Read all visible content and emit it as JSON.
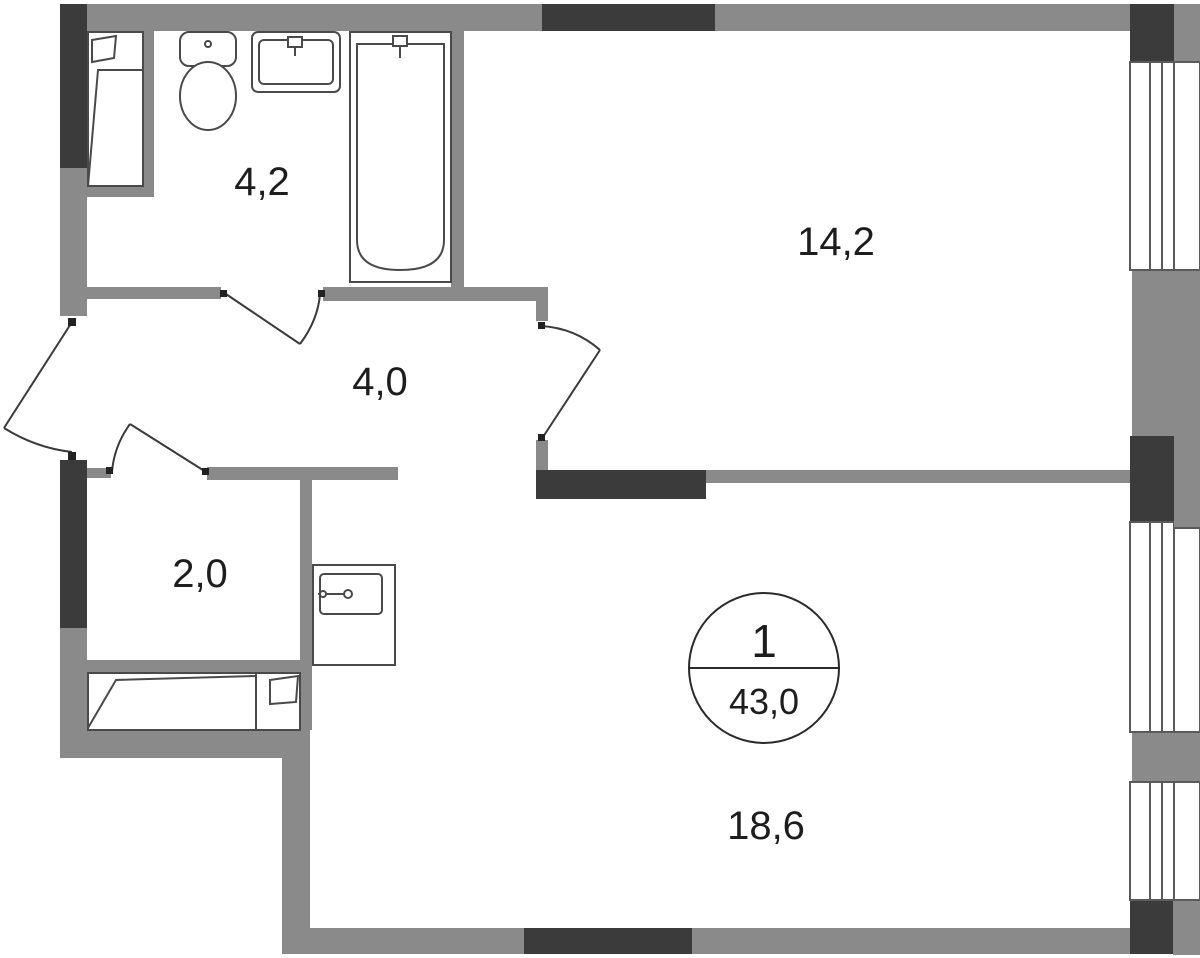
{
  "apartment": {
    "rooms_count": "1",
    "total_area": "43,0"
  },
  "rooms": {
    "bathroom": {
      "area": "4,2"
    },
    "living_room": {
      "area": "14,2"
    },
    "hallway": {
      "area": "4,0"
    },
    "storage": {
      "area": "2,0"
    },
    "kitchen_living": {
      "area": "18,6"
    }
  },
  "colors": {
    "partition_wall": "#8a8a8a",
    "load_bearing_wall": "#3b3b3b",
    "line": "#4a4a4a",
    "background": "#ffffff",
    "text": "#1d1d1d"
  }
}
